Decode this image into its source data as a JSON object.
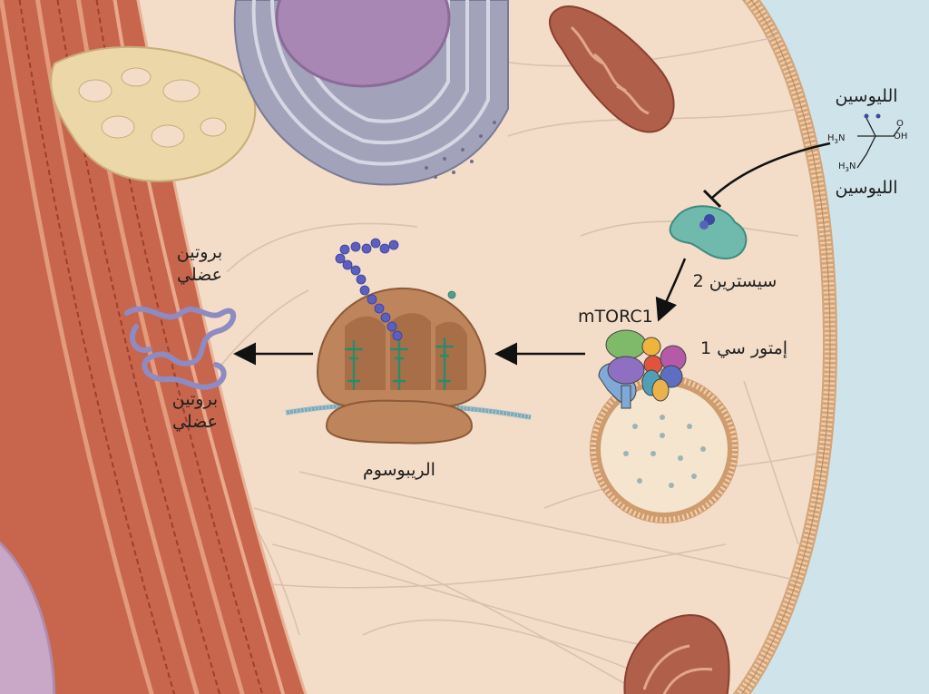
{
  "colors": {
    "cytoplasm": "#f3dcc8",
    "membrane": "#cf9c6f",
    "outside": "#cfe3ea",
    "muscle": "#c8664d",
    "golgi": "#9c9cb4",
    "nucleus": "#a987b4",
    "mito": "#b0604a",
    "ribosome": "#be845c",
    "mrna": "#7fa9b6",
    "sestrin": "#6fb9ad",
    "protein": "#8e8ac2"
  },
  "labels": {
    "leucine_top": "الليوسين",
    "leucine_bottom": "الليوسين",
    "sestrin": "سيسترين 2",
    "mtorc_en": "mTORC1",
    "mtorc_ar": "إمتور سي 1",
    "ribosome": "الريبوسوم",
    "protein_top_line1": "بروتين",
    "protein_top_line2": "عضلي",
    "protein_bottom_line1": "بروتين",
    "protein_bottom_line2": "عضلي"
  },
  "chem": {
    "oh": "OH",
    "o": "O"
  }
}
